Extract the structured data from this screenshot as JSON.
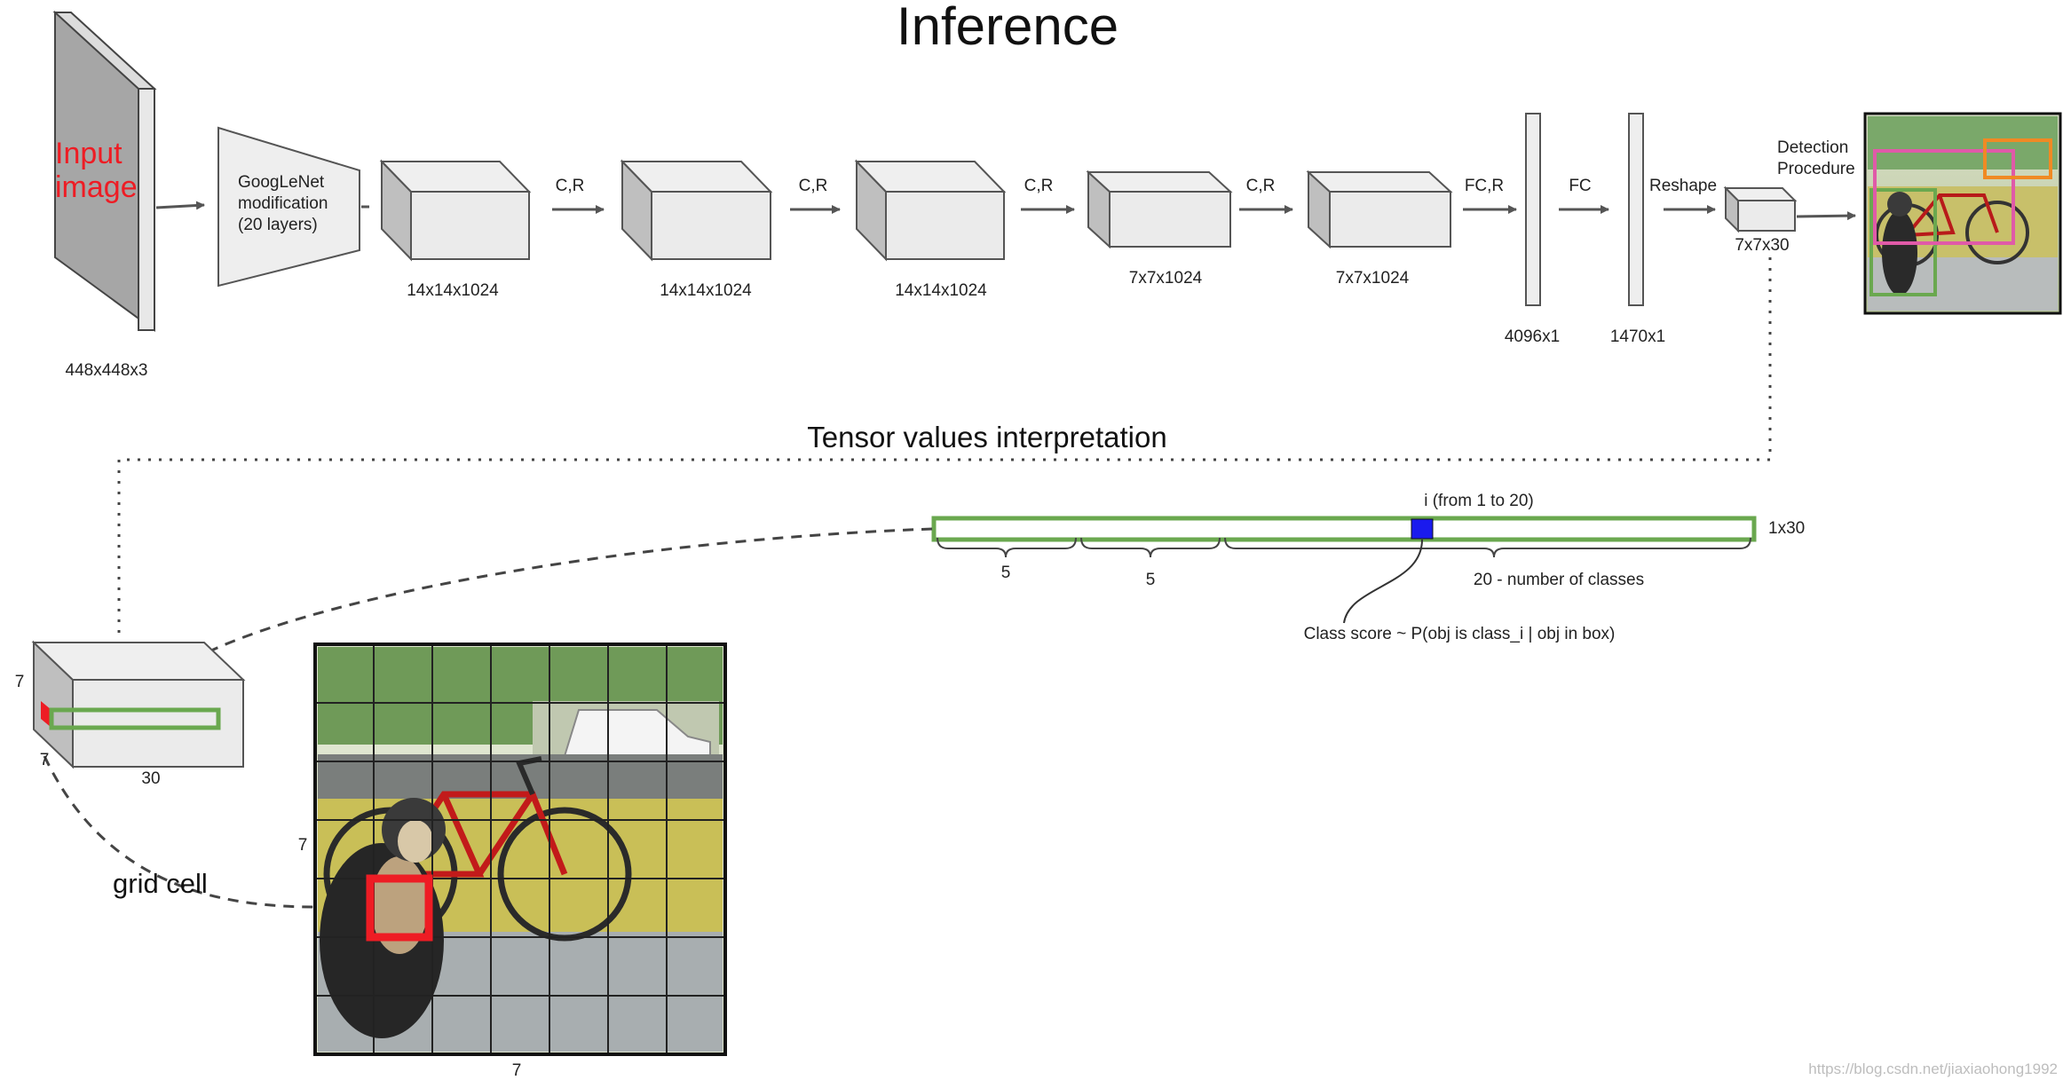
{
  "title": "Inference",
  "input_label_line1": "Input",
  "input_label_line2": "image",
  "input_dims": "448x448x3",
  "googlenet_line1": "GoogLeNet",
  "googlenet_line2": "modification",
  "googlenet_line3": "(20 layers)",
  "blocks": [
    {
      "dims": "14x14x1024"
    },
    {
      "dims": "14x14x1024"
    },
    {
      "dims": "14x14x1024"
    },
    {
      "dims": "7x7x1024"
    },
    {
      "dims": "7x7x1024"
    }
  ],
  "arrows": [
    "C,R",
    "C,R",
    "C,R",
    "C,R",
    "FC,R",
    "FC",
    "Reshape"
  ],
  "fc1_dims": "4096x1",
  "fc2_dims": "1470x1",
  "output_dims": "7x7x30",
  "detection_line1": "Detection",
  "detection_line2": "Procedure",
  "interp_title": "Tensor values interpretation",
  "vector_label": "1x30",
  "class_index_label": "i (from 1 to 20)",
  "brace_labels": [
    "5",
    "5",
    "20 - number of classes"
  ],
  "class_score_label": "Class score ~ P(obj is class_i | obj in box)",
  "cube_dims": {
    "height": "7",
    "depth": "7",
    "width": "30"
  },
  "grid_cell_label": "grid cell",
  "photo_side_label": "7",
  "photo_bottom_label": "7",
  "watermark": "https://blog.csdn.net/jiaxiaohong1992",
  "colors": {
    "red": "#ee1c24",
    "green": "#6aa84f",
    "blue": "#1a1aee",
    "pink": "#e05aa8",
    "orange": "#f08a24"
  }
}
